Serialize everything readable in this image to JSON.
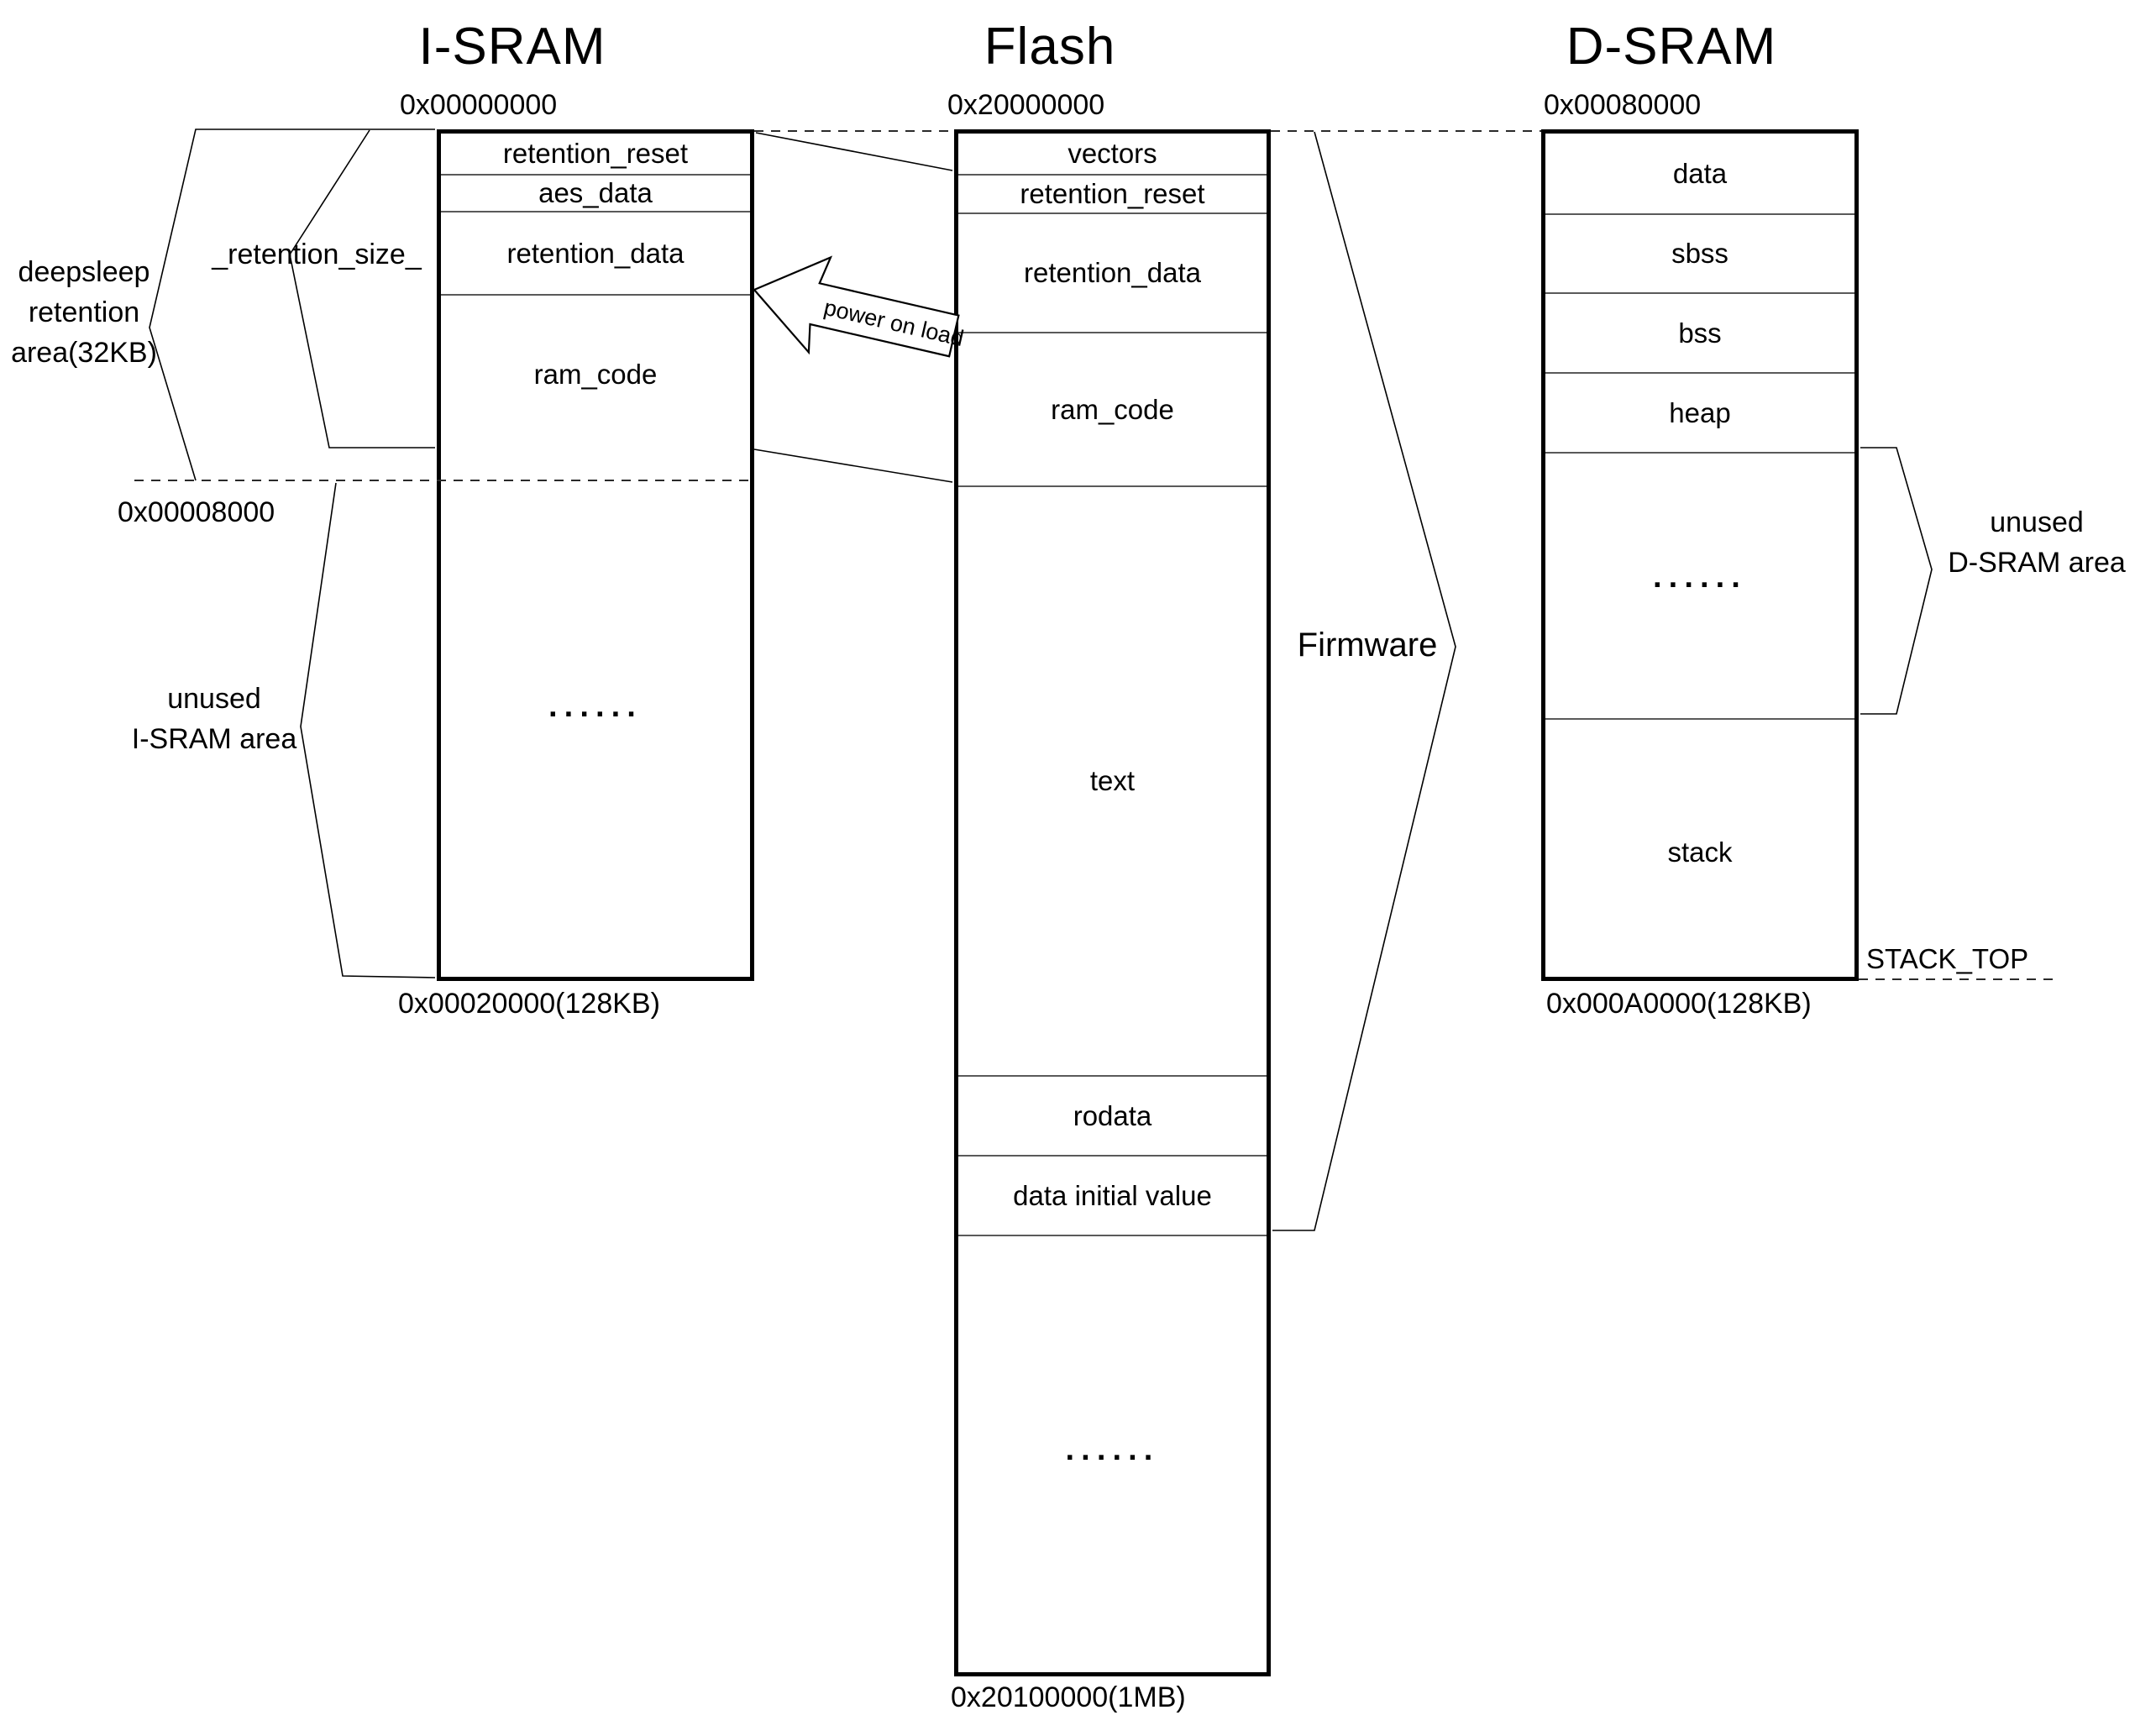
{
  "diagram": {
    "columns": [
      {
        "id": "isram",
        "title": "I-SRAM",
        "addr_top": "0x00000000",
        "addr_bottom": "0x00020000(128KB)",
        "sections": [
          "retention_reset",
          "aes_data",
          "retention_data",
          "ram_code",
          "······"
        ]
      },
      {
        "id": "flash",
        "title": "Flash",
        "addr_top": "0x20000000",
        "addr_bottom": "0x20100000(1MB)",
        "sections": [
          "vectors",
          "retention_reset",
          "retention_data",
          "ram_code",
          "text",
          "rodata",
          "data initial value",
          "······"
        ]
      },
      {
        "id": "dsram",
        "title": "D-SRAM",
        "addr_top": "0x00080000",
        "addr_bottom": "0x000A0000(128KB)",
        "sections": [
          "data",
          "sbss",
          "bss",
          "heap",
          "······",
          "stack"
        ]
      }
    ],
    "annotations": {
      "deepsleep_line1": "deepsleep",
      "deepsleep_line2": "retention",
      "deepsleep_line3": "area(32KB)",
      "retention_size": "_retention_size_",
      "addr_mid": "0x00008000",
      "unused_isram_line1": "unused",
      "unused_isram_line2": "I-SRAM area",
      "power_on_load": "power on load",
      "firmware": "Firmware",
      "unused_dsram_line1": "unused",
      "unused_dsram_line2": "D-SRAM area",
      "stack_top": "STACK_TOP"
    },
    "colors": {
      "background": "#ffffff",
      "line": "#000000",
      "inner_line": "#5a5a5a",
      "text": "#000000"
    }
  }
}
